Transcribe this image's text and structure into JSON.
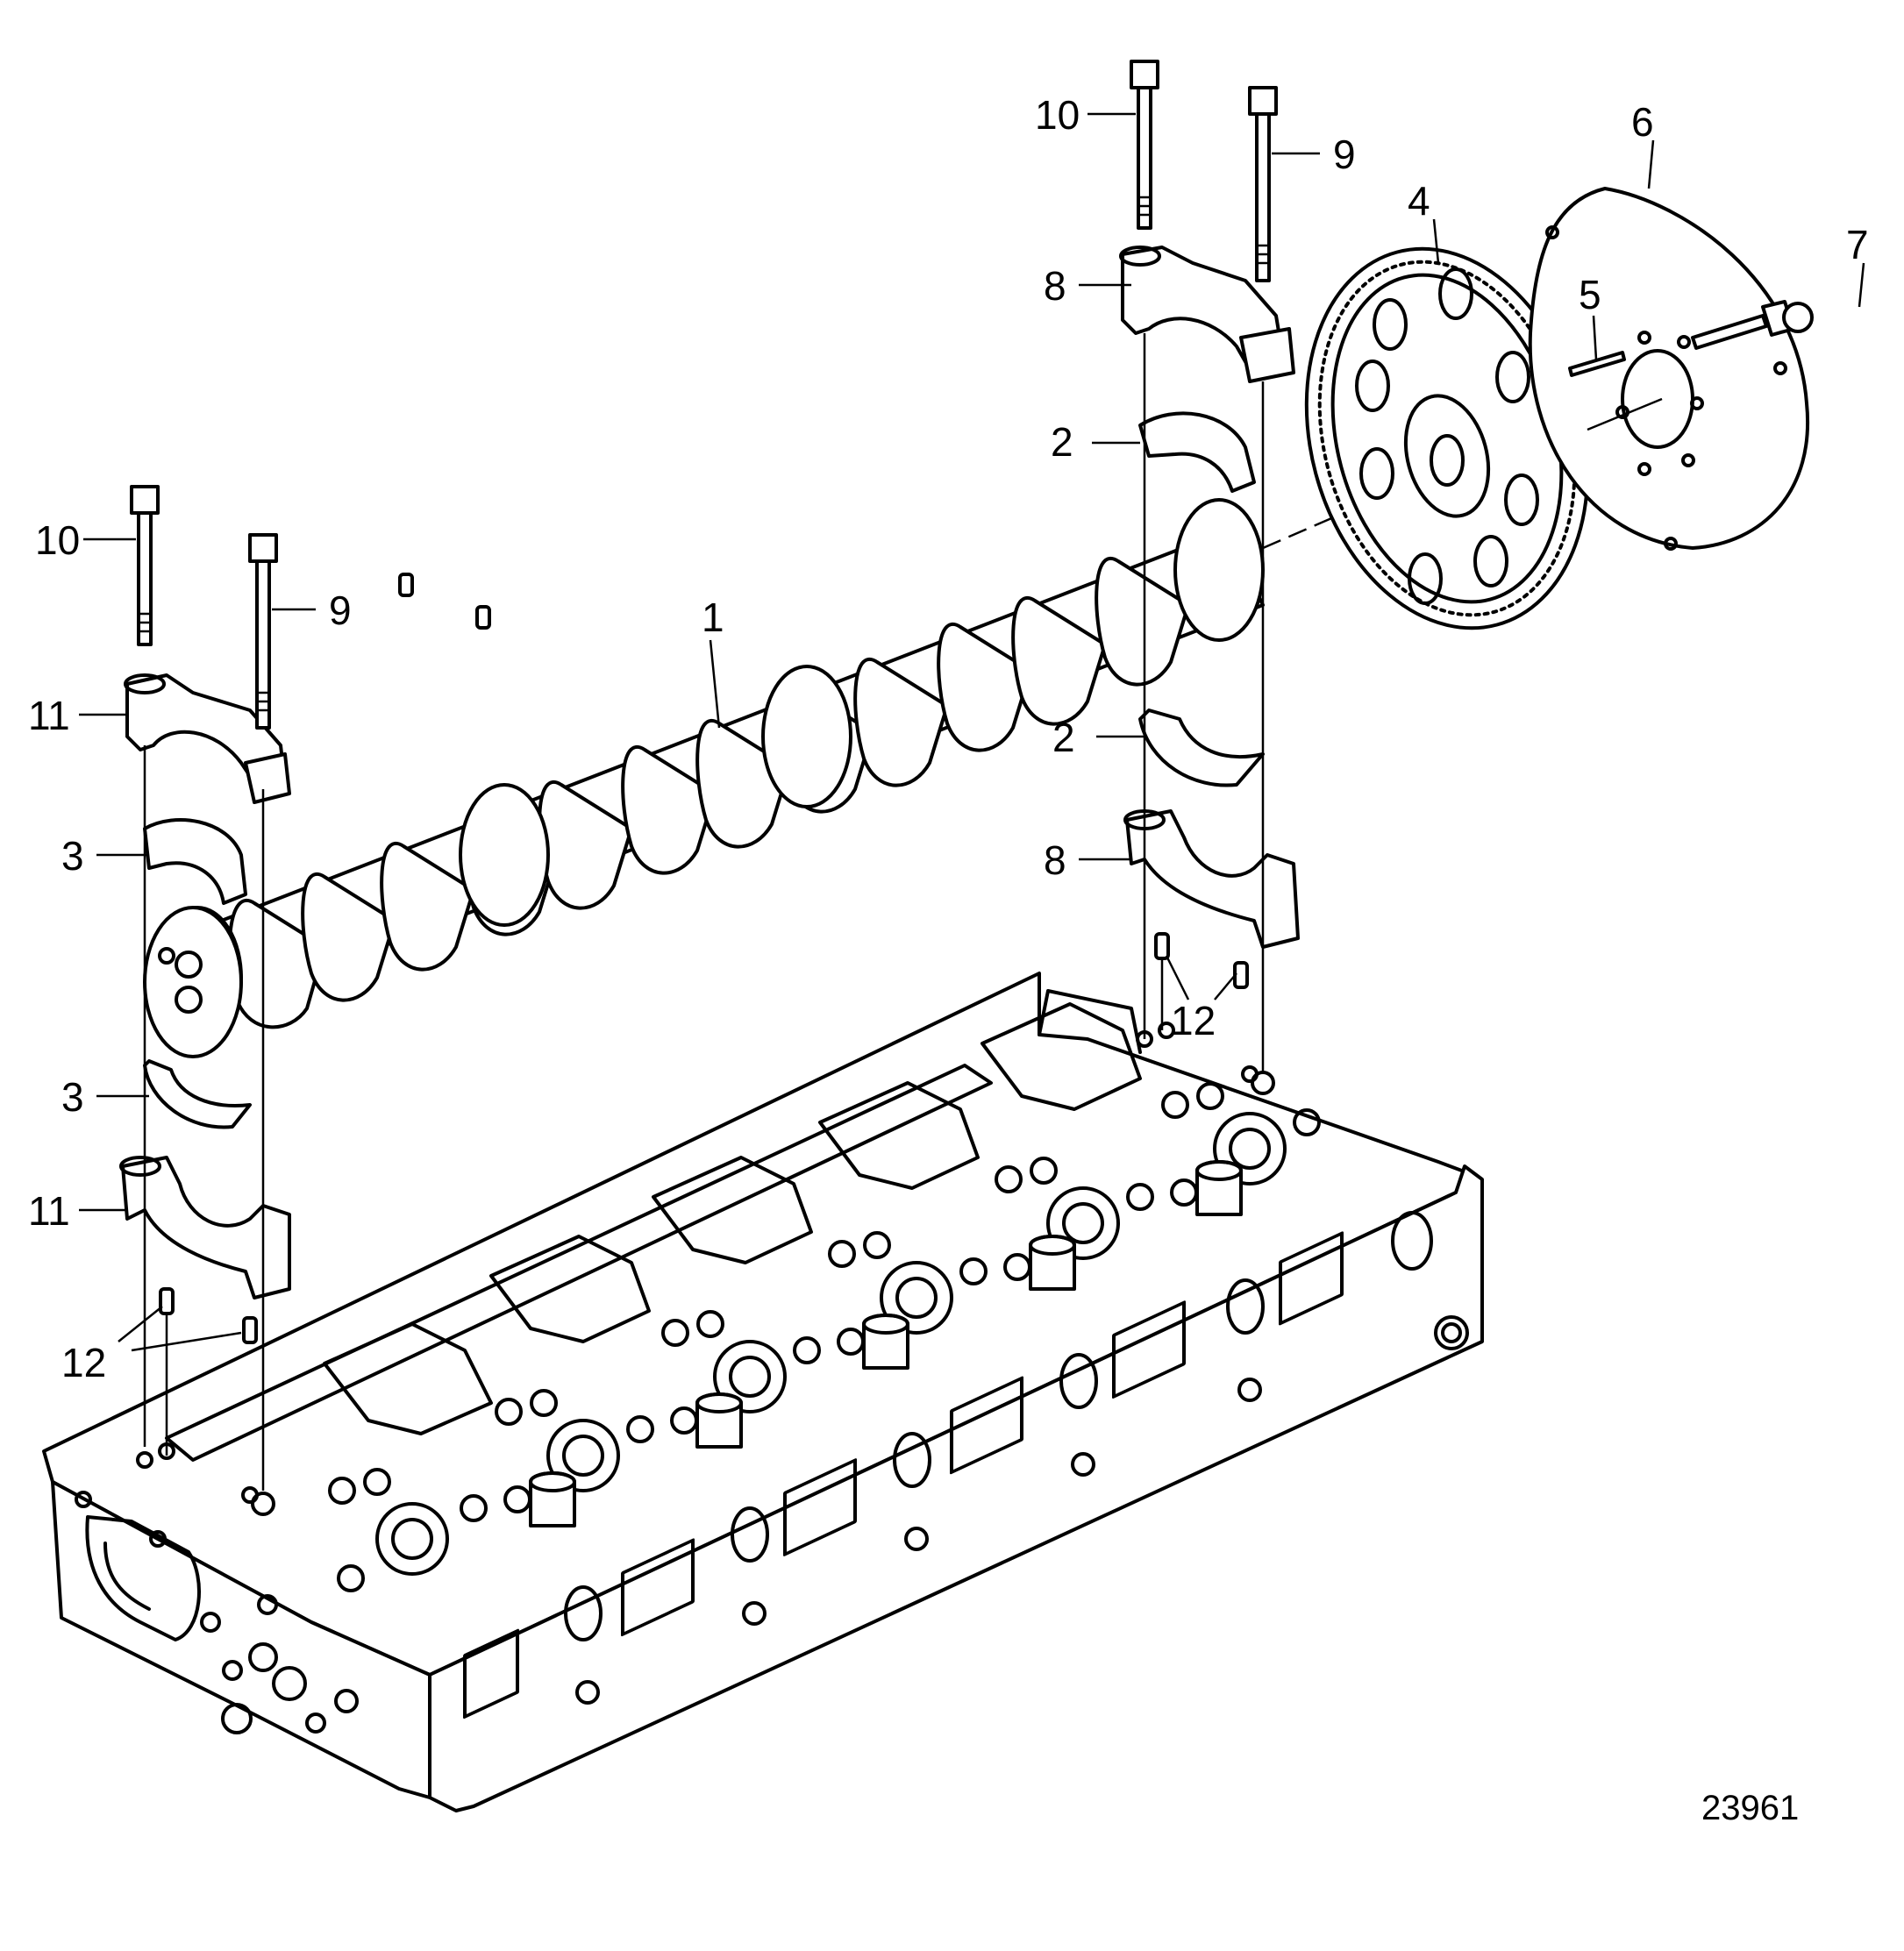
{
  "diagram": {
    "reference_number": "23961",
    "callouts": [
      {
        "id": "c1",
        "label": "1"
      },
      {
        "id": "c2a",
        "label": "2"
      },
      {
        "id": "c2b",
        "label": "2"
      },
      {
        "id": "c3a",
        "label": "3"
      },
      {
        "id": "c3b",
        "label": "3"
      },
      {
        "id": "c4",
        "label": "4"
      },
      {
        "id": "c5",
        "label": "5"
      },
      {
        "id": "c6",
        "label": "6"
      },
      {
        "id": "c7",
        "label": "7"
      },
      {
        "id": "c8a",
        "label": "8"
      },
      {
        "id": "c8b",
        "label": "8"
      },
      {
        "id": "c9a",
        "label": "9"
      },
      {
        "id": "c9b",
        "label": "9"
      },
      {
        "id": "c10a",
        "label": "10"
      },
      {
        "id": "c10b",
        "label": "10"
      },
      {
        "id": "c11a",
        "label": "11"
      },
      {
        "id": "c11b",
        "label": "11"
      },
      {
        "id": "c12a",
        "label": "12"
      },
      {
        "id": "c12b",
        "label": "12"
      }
    ]
  }
}
